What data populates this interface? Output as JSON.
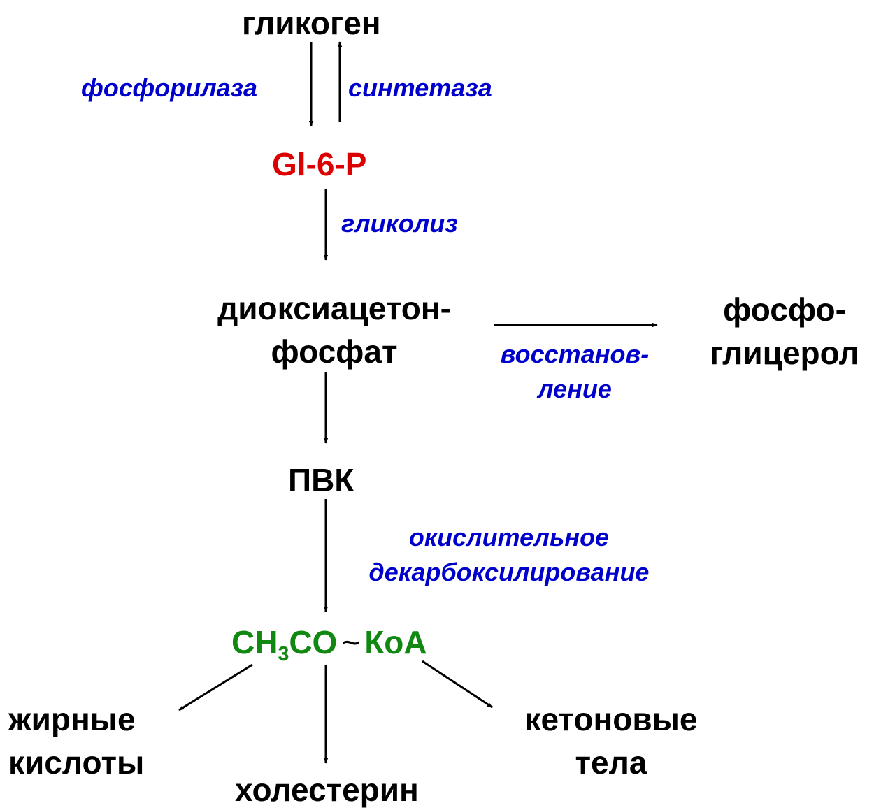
{
  "colors": {
    "node": "#000000",
    "enzyme": "#0000cc",
    "g6p": "#dd0000",
    "acetylcoa": "#118811",
    "arrow": "#000000"
  },
  "nodes": {
    "glycogen": "гликоген",
    "g6p": "Gl-6-P",
    "dhap_line1": "диоксиацетон-",
    "dhap_line2": "фосфат",
    "phosphoglycerol_line1": "фосфо-",
    "phosphoglycerol_line2": "глицерол",
    "pvk": "ПВК",
    "acetylcoa": {
      "ch": "CH",
      "sub": "3",
      "co": "CO",
      "tilde": "~",
      "koa": "КоА"
    },
    "fatty_acids_line1": "жирные",
    "fatty_acids_line2": "кислоты",
    "cholesterol": "холестерин",
    "ketone_line1": "кетоновые",
    "ketone_line2": "тела"
  },
  "enzymes": {
    "phosphorylase": "фосфорилаза",
    "synthetase": "синтетаза",
    "glycolysis": "гликолиз",
    "reduction_line1": "восстанов-",
    "reduction_line2": "ление",
    "oxidative_line1": "окислительное",
    "oxidative_line2": "декарбоксилирование"
  }
}
